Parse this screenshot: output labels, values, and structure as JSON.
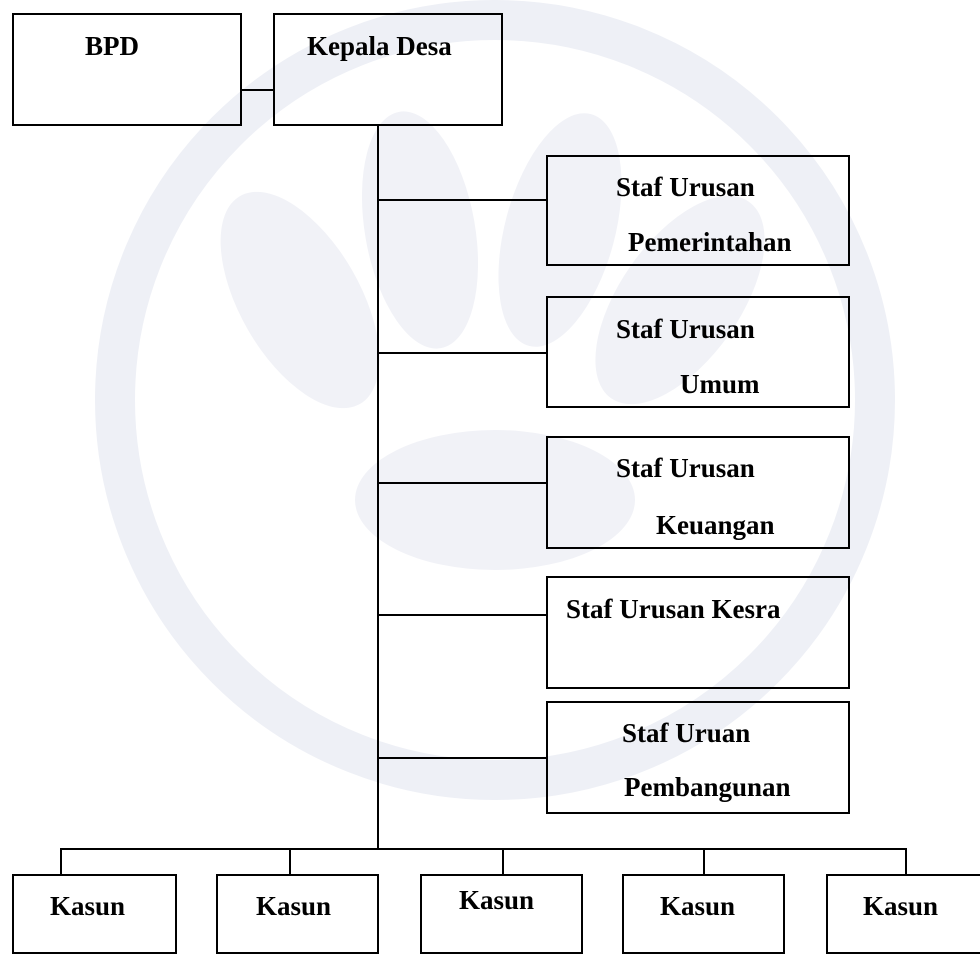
{
  "chart": {
    "head": {
      "bpd": "BPD",
      "kepala_desa": "Kepala Desa"
    },
    "staff": [
      {
        "line1": "Staf Urusan",
        "line2": "Pemerintahan"
      },
      {
        "line1": "Staf Urusan",
        "line2": "Umum"
      },
      {
        "line1": "Staf Urusan",
        "line2": "Keuangan"
      },
      {
        "line1": "Staf Urusan Kesra",
        "line2": ""
      },
      {
        "line1": "Staf Uruan",
        "line2": "Pembangunan"
      }
    ],
    "kasun": [
      "Kasun",
      "Kasun",
      "Kasun",
      "Kasun",
      "Kasun"
    ]
  }
}
